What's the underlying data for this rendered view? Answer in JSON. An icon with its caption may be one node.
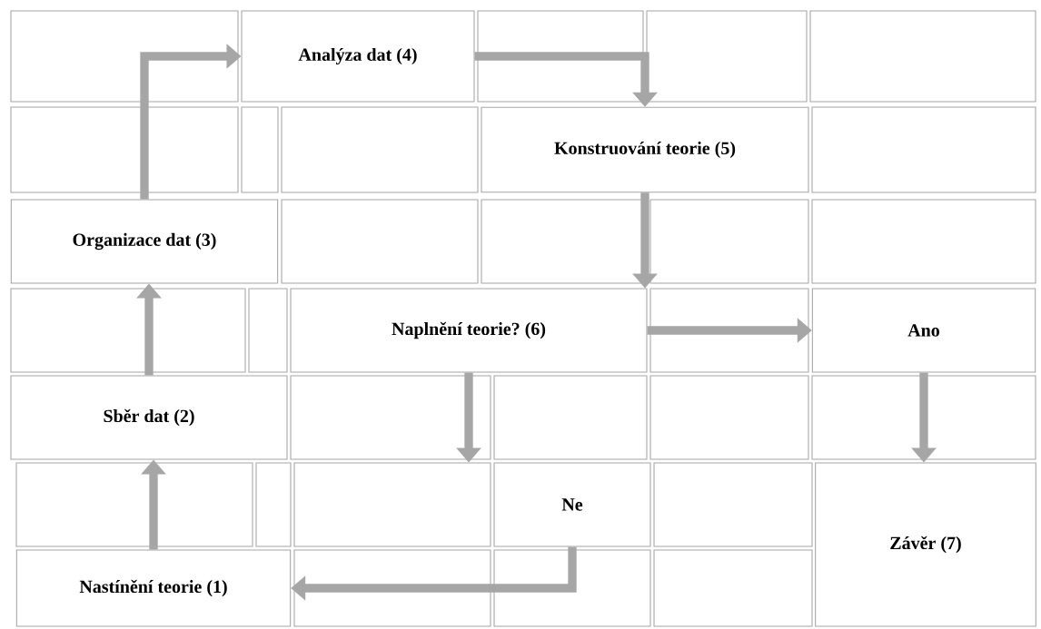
{
  "diagram": {
    "nodes": [
      {
        "text": [
          "Analýza dat (4)"
        ]
      },
      {
        "text": [
          "Konstruování teorie (5)"
        ]
      },
      {
        "text": [
          "Organizace dat (3)"
        ]
      },
      {
        "text": [
          "Naplnění teorie? (6)"
        ]
      },
      {
        "text": [
          "Ano"
        ]
      },
      {
        "text": [
          "Sběr dat (2)"
        ]
      },
      {
        "text": [
          "Ne"
        ]
      },
      {
        "text": [
          "Závěr (7)"
        ]
      },
      {
        "text": [
          "Nastínění teorie (1)"
        ]
      }
    ],
    "edges": [
      {
        "from": 8,
        "to": 5,
        "arrow": "to"
      },
      {
        "from": 5,
        "to": 2,
        "arrow": "to"
      },
      {
        "from": 2,
        "to": 0,
        "arrow": "to"
      },
      {
        "from": 0,
        "to": 1,
        "arrow": "to"
      },
      {
        "from": 1,
        "to": 3,
        "arrow": "to"
      },
      {
        "from": 3,
        "to": 4,
        "arrow": "to"
      },
      {
        "from": 4,
        "to": 7,
        "arrow": "to"
      },
      {
        "from": 3,
        "to": 6,
        "arrow": "to"
      },
      {
        "from": 6,
        "to": 8,
        "arrow": "to"
      }
    ]
  }
}
